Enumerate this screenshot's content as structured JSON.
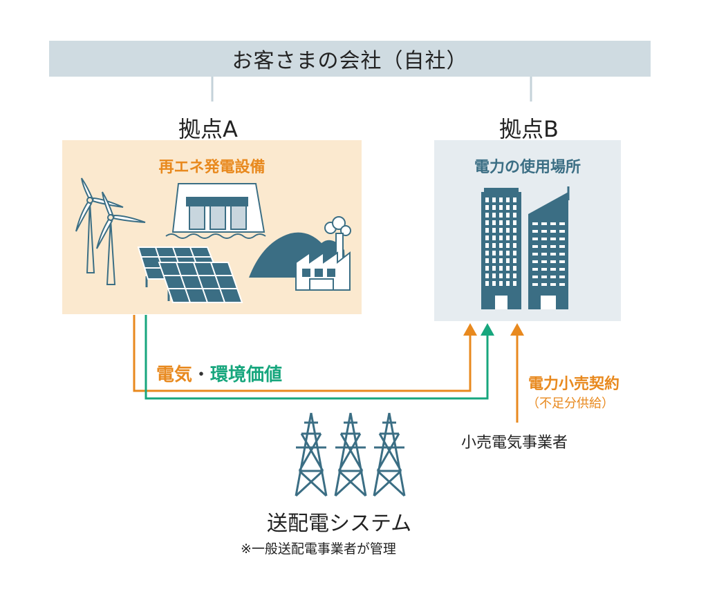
{
  "company": {
    "title": "お客さまの会社（自社）"
  },
  "site_a": {
    "label": "拠点A",
    "box_title": "再エネ発電設備"
  },
  "site_b": {
    "label": "拠点B",
    "box_title": "電力の使用場所"
  },
  "flow": {
    "electricity": "電気",
    "separator": "・",
    "environmental_value": "環境価値"
  },
  "retail": {
    "contract": "電力小売契約",
    "contract_note": "（不足分供給）",
    "provider": "小売電気事業者"
  },
  "grid": {
    "title": "送配電システム",
    "note": "※一般送配電事業者が管理"
  },
  "colors": {
    "orange": "#e8891e",
    "green": "#17a67d",
    "navy": "#3b6e84",
    "banner": "#cfdbe1"
  }
}
